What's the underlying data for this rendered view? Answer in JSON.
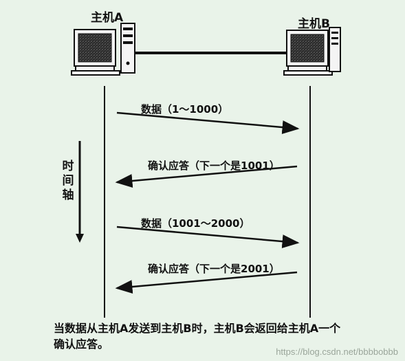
{
  "hosts": {
    "a_label": "主机A",
    "b_label": "主机B"
  },
  "time_axis_label": "时间轴",
  "messages": [
    {
      "label": "数据（1～1000）",
      "direction": "A-to-B"
    },
    {
      "label": "确认应答（下一个是1001）",
      "direction": "B-to-A"
    },
    {
      "label": "数据（1001～2000）",
      "direction": "A-to-B"
    },
    {
      "label": "确认应答（下一个是2001）",
      "direction": "B-to-A"
    }
  ],
  "caption": "当数据从主机A发送到主机B时，主机B会返回给主机A一个确认应答。",
  "watermark": "https://blog.csdn.net/bbbbobbb",
  "colors": {
    "background": "#e9f3e9",
    "ink": "#111111"
  }
}
